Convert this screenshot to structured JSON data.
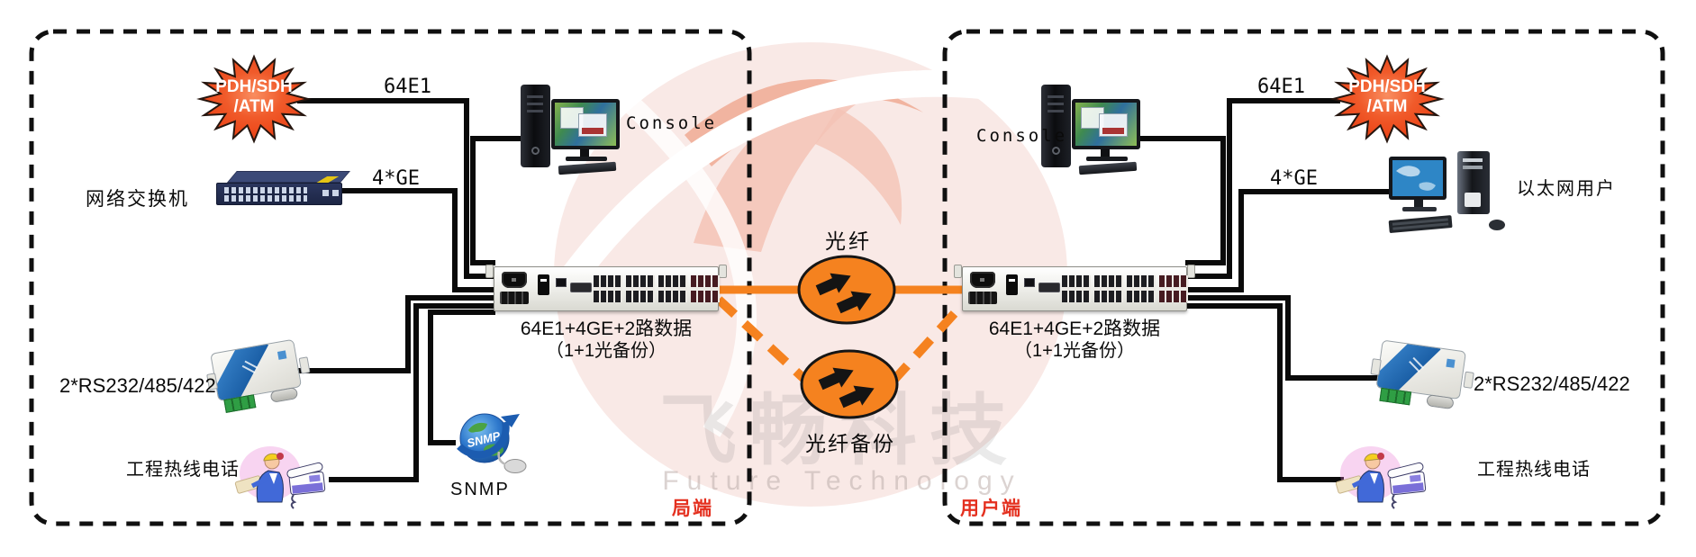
{
  "watermark": {
    "cn": "飞畅科技",
    "en": "Future Technology"
  },
  "fiber": {
    "main_label": "光纤",
    "backup_label": "光纤备份"
  },
  "office_side": {
    "zone_label": "局端",
    "starburst_line1": "PDH/SDH",
    "starburst_line2": "/ATM",
    "e1_label": "64E1",
    "ge_label": "4*GE",
    "switch_label": "网络交换机",
    "console_label": "Console",
    "device_line1": "64E1+4GE+2路数据",
    "device_line2": "（1+1光备份）",
    "serial_label": "2*RS232/485/422",
    "phone_label": "工程热线电话",
    "snmp_label": "SNMP",
    "snmp_globe_text": "SNMP"
  },
  "user_side": {
    "zone_label": "用户端",
    "starburst_line1": "PDH/SDH",
    "starburst_line2": "/ATM",
    "e1_label": "64E1",
    "ge_label": "4*GE",
    "ethernet_user_label": "以太网用户",
    "console_label": "Console",
    "device_line1": "64E1+4GE+2路数据",
    "device_line2": "（1+1光备份）",
    "serial_label": "2*RS232/485/422",
    "phone_label": "工程热线电话"
  },
  "colors": {
    "fiber_orange": "#f5821f",
    "starburst_red": "#ec4414",
    "zone_red": "#e4301f",
    "line_black": "#0a0a0a"
  }
}
